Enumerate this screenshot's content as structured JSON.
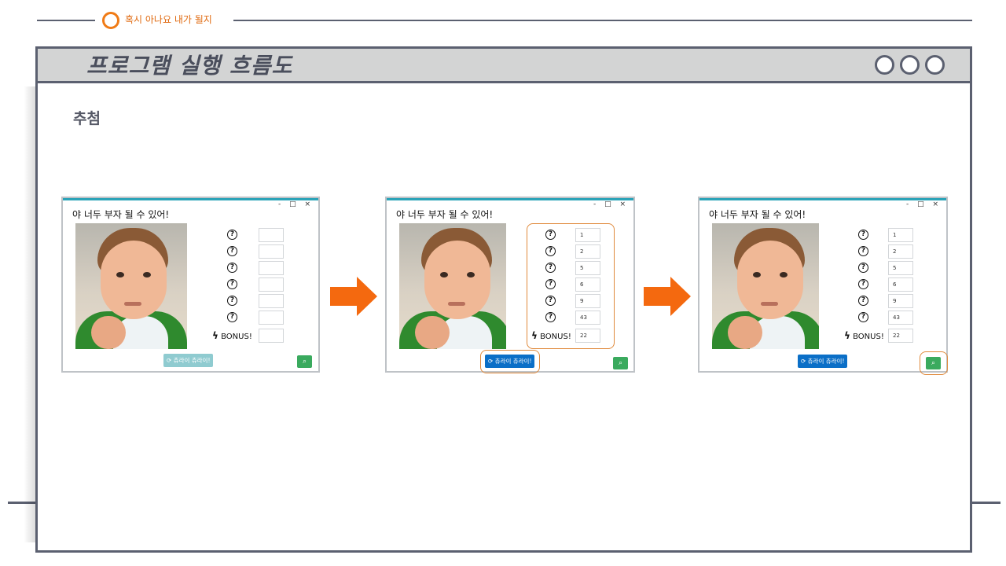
{
  "header": {
    "subtitle": "혹시 아나요 내가 될지"
  },
  "slide": {
    "title": "프로그램 실행 흐름도",
    "section": "추첨"
  },
  "window": {
    "title": "야 너두 부자 될 수 있어!",
    "controls": "- □ ×",
    "bonus_label": "BONUS!",
    "pick_button": "⟳ 츄라이 츄라이!",
    "search_button": "⌕"
  },
  "steps": [
    {
      "numbers": [
        "",
        "",
        "",
        "",
        "",
        ""
      ],
      "bonus": ""
    },
    {
      "numbers": [
        "1",
        "2",
        "5",
        "6",
        "9",
        "43"
      ],
      "bonus": "22"
    },
    {
      "numbers": [
        "1",
        "2",
        "5",
        "6",
        "9",
        "43"
      ],
      "bonus": "22"
    }
  ],
  "colors": {
    "accent": "#f07b16",
    "frame": "#5b6070",
    "titlebar": "#d3d4d4",
    "search_green": "#3aaa5e",
    "pick_blue": "#0b6fc7",
    "pick_disabled": "#8fcbd0"
  }
}
